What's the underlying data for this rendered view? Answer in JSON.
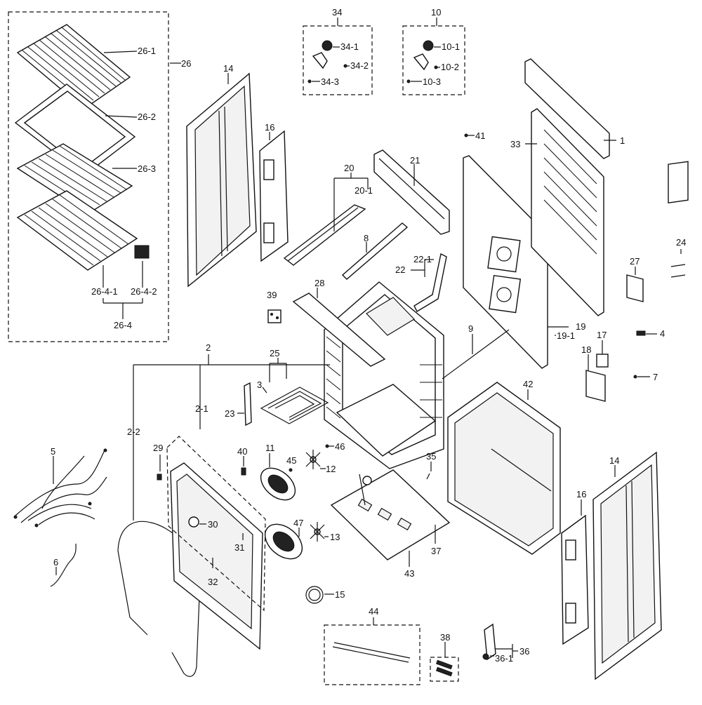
{
  "diagram": {
    "callouts": {
      "c1": "1",
      "c2": "2",
      "c2_1": "2-1",
      "c2_2": "2-2",
      "c3": "3",
      "c4": "4",
      "c5": "5",
      "c6": "6",
      "c7": "7",
      "c8": "8",
      "c9": "9",
      "c10": "10",
      "c10_1": "10-1",
      "c10_2": "10-2",
      "c10_3": "10-3",
      "c11": "11",
      "c12": "12",
      "c13": "13",
      "c14a": "14",
      "c14b": "14",
      "c15": "15",
      "c16a": "16",
      "c16b": "16",
      "c17": "17",
      "c18": "18",
      "c19": "19",
      "c19_1": "19-1",
      "c20": "20",
      "c20_1": "20-1",
      "c21": "21",
      "c22": "22",
      "c22_1": "22-1",
      "c23": "23",
      "c24": "24",
      "c25": "25",
      "c26": "26",
      "c26_1": "26-1",
      "c26_2": "26-2",
      "c26_3": "26-3",
      "c26_4": "26-4",
      "c26_4_1": "26-4-1",
      "c26_4_2": "26-4-2",
      "c27": "27",
      "c28": "28",
      "c29": "29",
      "c30": "30",
      "c31": "31",
      "c32": "32",
      "c33": "33",
      "c34": "34",
      "c34_1": "34-1",
      "c34_2": "34-2",
      "c34_3": "34-3",
      "c35": "35",
      "c36": "36",
      "c36_1": "36-1",
      "c37": "37",
      "c38": "38",
      "c39": "39",
      "c40": "40",
      "c41": "41",
      "c42": "42",
      "c43": "43",
      "c44": "44",
      "c45": "45",
      "c46": "46",
      "c47": "47"
    }
  }
}
